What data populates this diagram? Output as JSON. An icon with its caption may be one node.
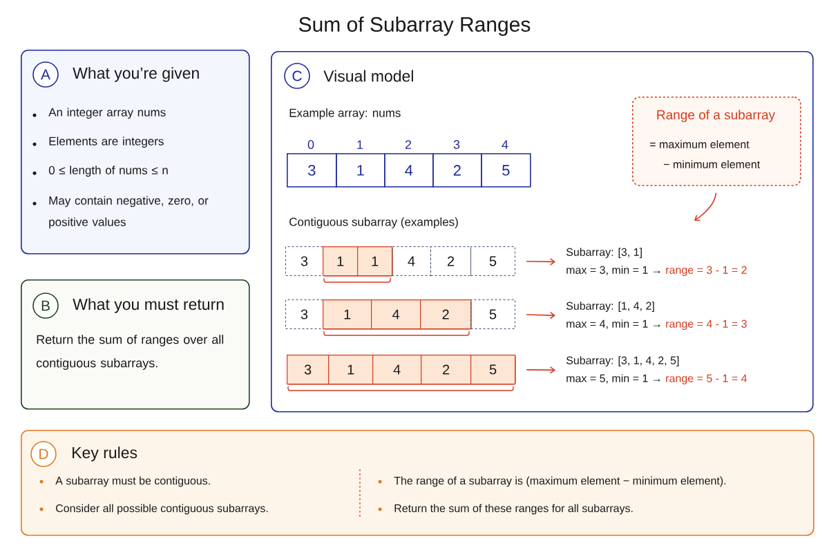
{
  "diagram": {
    "title": "Sum of Subarray Ranges",
    "nodes": [
      {
        "text": [
          "What you’re given",
          "An integer array nums",
          "Elements are integers",
          "0 ≤ length of nums ≤ n",
          "May contain negative, zero, or positive values"
        ]
      },
      {
        "text": [
          "A"
        ],
        "in": 0
      },
      {
        "text": [
          "What you must return",
          "Return the sum of ranges over all contiguous subarrays."
        ]
      },
      {
        "text": [
          "B"
        ],
        "in": 2
      },
      {
        "text": [
          "Visual model"
        ]
      },
      {
        "text": [
          "C"
        ],
        "in": 4
      },
      {
        "text": [
          "Range of a subarray",
          "= maximum element",
          "− minimum element"
        ],
        "in": 4
      },
      {
        "text": [
          "3"
        ],
        "beside": [
          "0"
        ],
        "in": 4
      },
      {
        "text": [
          "1"
        ],
        "beside": [
          "1"
        ],
        "in": 4
      },
      {
        "text": [
          "4"
        ],
        "beside": [
          "2"
        ],
        "in": 4
      },
      {
        "text": [
          "2"
        ],
        "beside": [
          "3"
        ],
        "in": 4
      },
      {
        "text": [
          "5"
        ],
        "beside": [
          "4"
        ],
        "in": 4
      },
      {
        "text": [
          "3"
        ],
        "in": 4
      },
      {
        "text": [],
        "shape": "box",
        "in": 4
      },
      {
        "text": [
          "1"
        ],
        "in": 13
      },
      {
        "text": [
          "1"
        ],
        "in": 13
      },
      {
        "text": [
          "4"
        ],
        "in": 4
      },
      {
        "text": [
          "2"
        ],
        "in": 4
      },
      {
        "text": [
          "5"
        ],
        "in": 4
      },
      {
        "text": [
          "Subarray: [3, 1]",
          "max = 3, min = 1 →",
          "range = 3 - 1 = 2"
        ],
        "in": 4
      },
      {
        "text": [
          "3"
        ],
        "in": 4
      },
      {
        "text": [],
        "shape": "box",
        "in": 4
      },
      {
        "text": [
          "1"
        ],
        "in": 21
      },
      {
        "text": [
          "4"
        ],
        "in": 21
      },
      {
        "text": [
          "2"
        ],
        "in": 21
      },
      {
        "text": [
          "5"
        ],
        "in": 4
      },
      {
        "text": [
          "Subarray: [1, 4, 2]",
          "max = 4, min = 1 →",
          "range = 4 - 1 = 3"
        ],
        "in": 4
      },
      {
        "text": [],
        "shape": "box",
        "in": 4
      },
      {
        "text": [
          "3"
        ],
        "in": 27
      },
      {
        "text": [
          "1"
        ],
        "in": 27
      },
      {
        "text": [
          "4"
        ],
        "in": 27
      },
      {
        "text": [
          "2"
        ],
        "in": 27
      },
      {
        "text": [
          "5"
        ],
        "in": 27
      },
      {
        "text": [
          "Subarray: [3, 1, 4, 2, 5]",
          "max = 5, min = 1 →",
          "range = 5 - 1 = 4"
        ],
        "in": 4
      },
      {
        "text": [
          "Key rules",
          "A subarray must be contiguous.",
          "Consider all possible contiguous subarrays.",
          "The range of a subarray is (maximum element − minimum element).",
          "Return the sum of these ranges for all subarrays."
        ]
      },
      {
        "text": [
          "D"
        ],
        "in": 34
      }
    ],
    "edges": [
      {
        "from": 18,
        "to": 19,
        "arrow": "to"
      },
      {
        "from": 25,
        "to": 26,
        "arrow": "to"
      },
      {
        "from": 32,
        "to": 33,
        "arrow": "to"
      },
      {
        "from": 6,
        "to": null,
        "arrow": "to"
      }
    ],
    "labels": [
      "Example array: nums",
      "Contiguous subarray (examples)"
    ]
  }
}
